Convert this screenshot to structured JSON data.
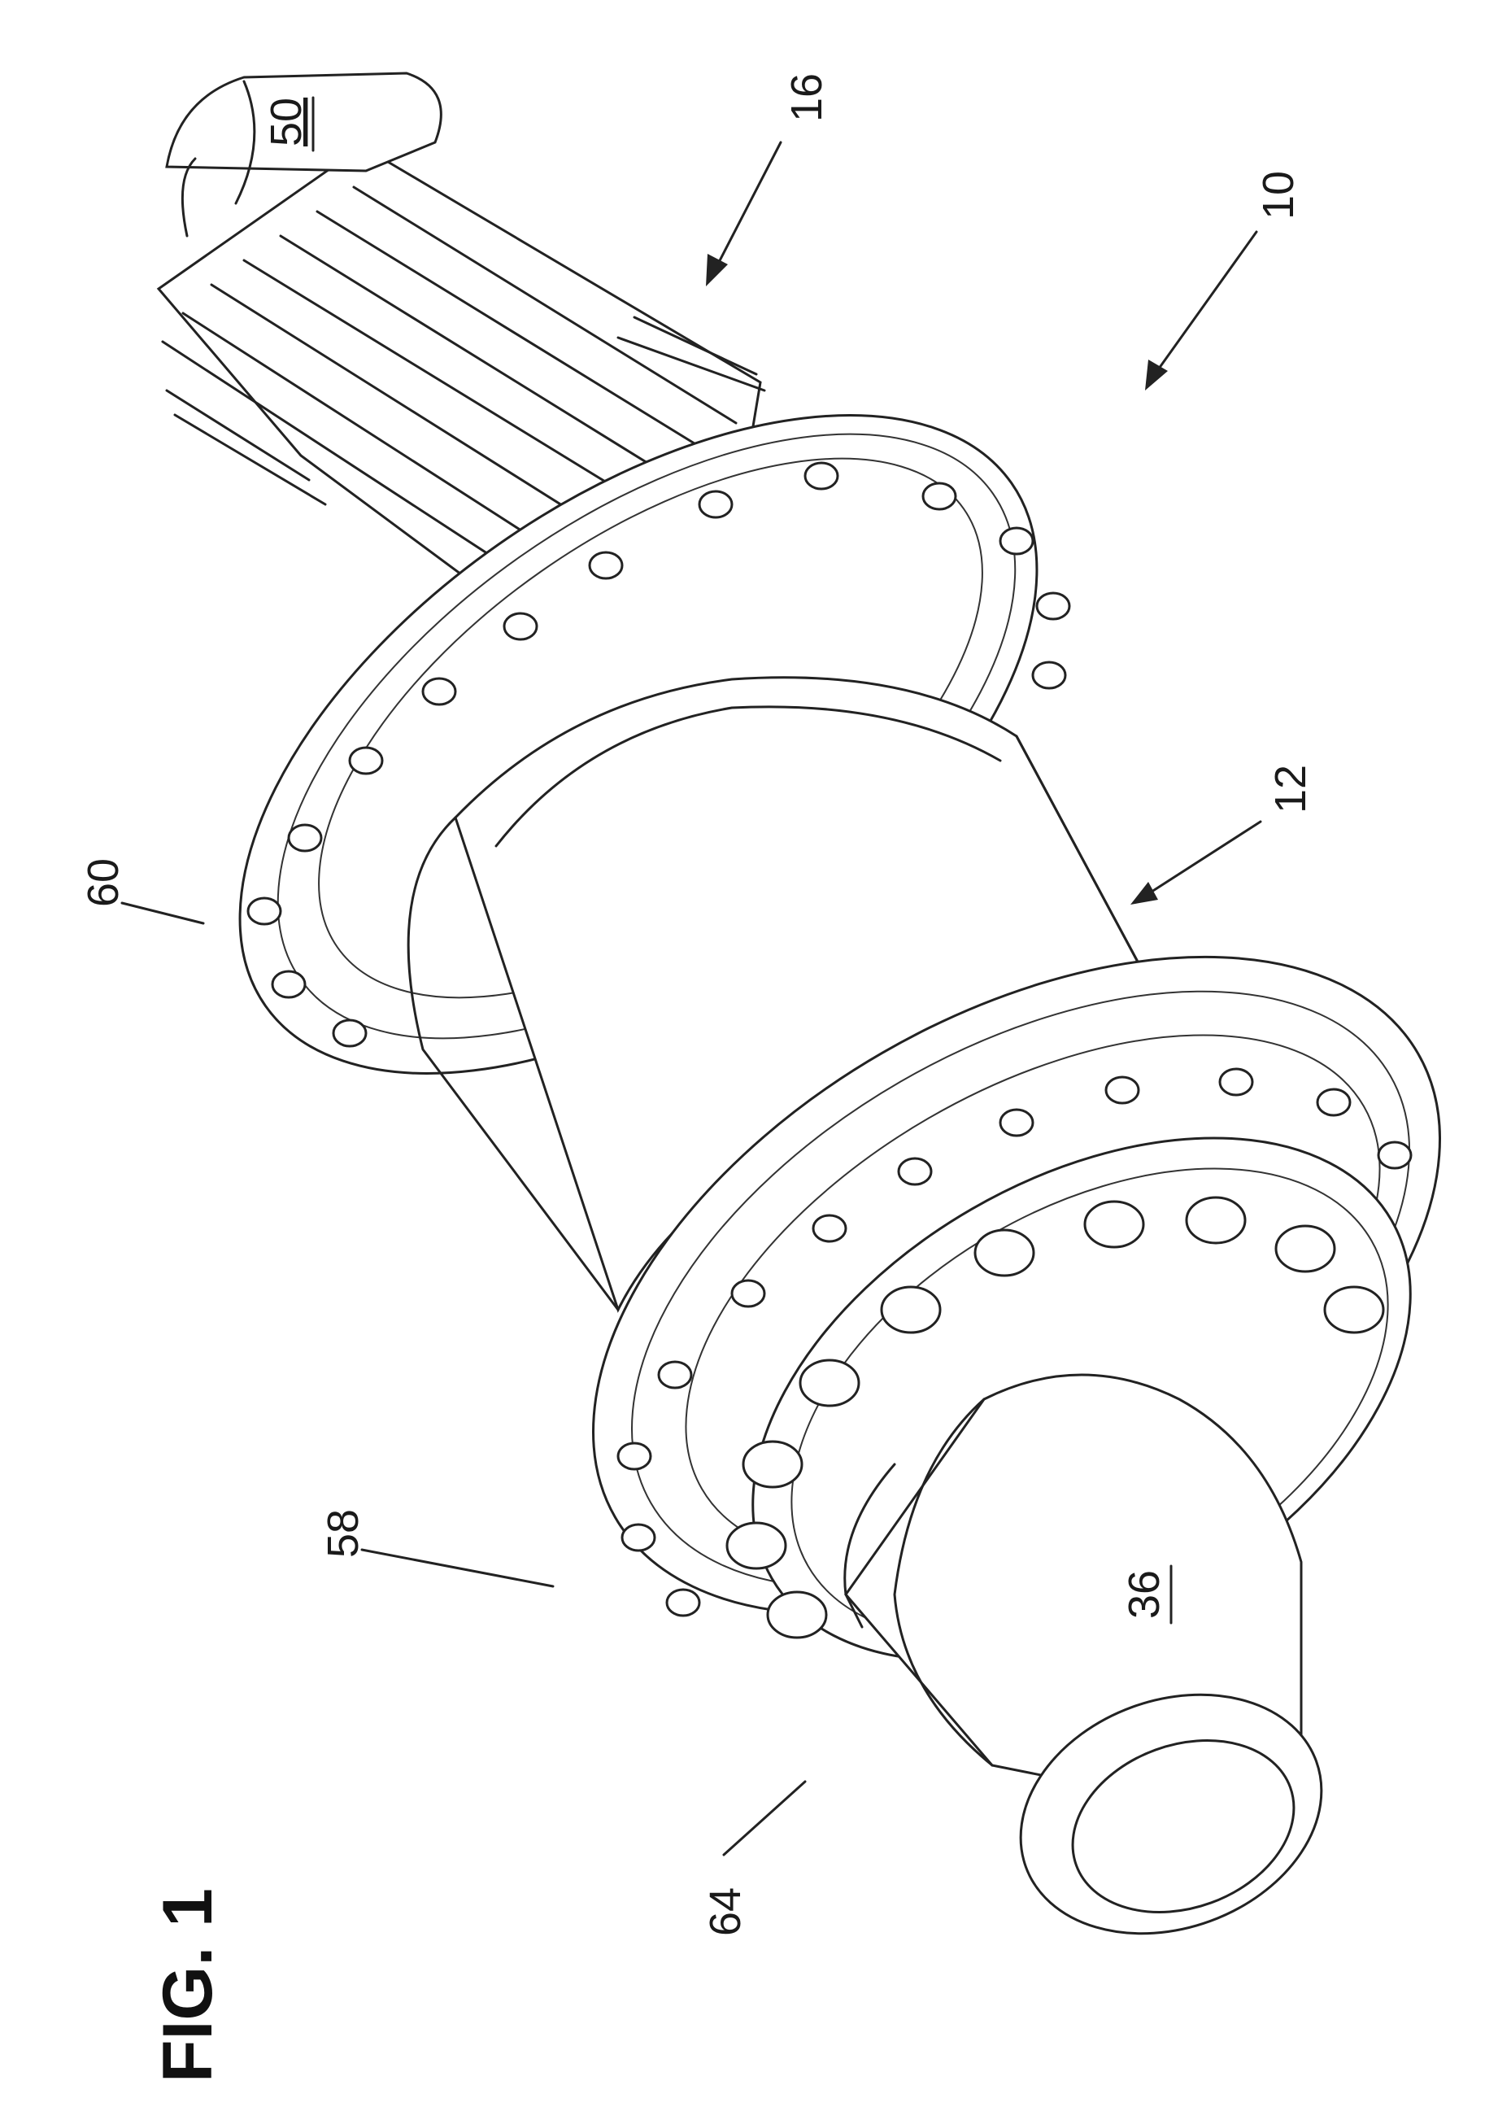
{
  "figure": {
    "label": "FIG. 1"
  },
  "reference_numerals": {
    "ref_10": "10",
    "ref_12": "12",
    "ref_16": "16",
    "ref_36": "36",
    "ref_50": "50",
    "ref_58": "58",
    "ref_60": "60",
    "ref_64": "64"
  },
  "colors": {
    "line": "#222222",
    "background": "#ffffff"
  }
}
